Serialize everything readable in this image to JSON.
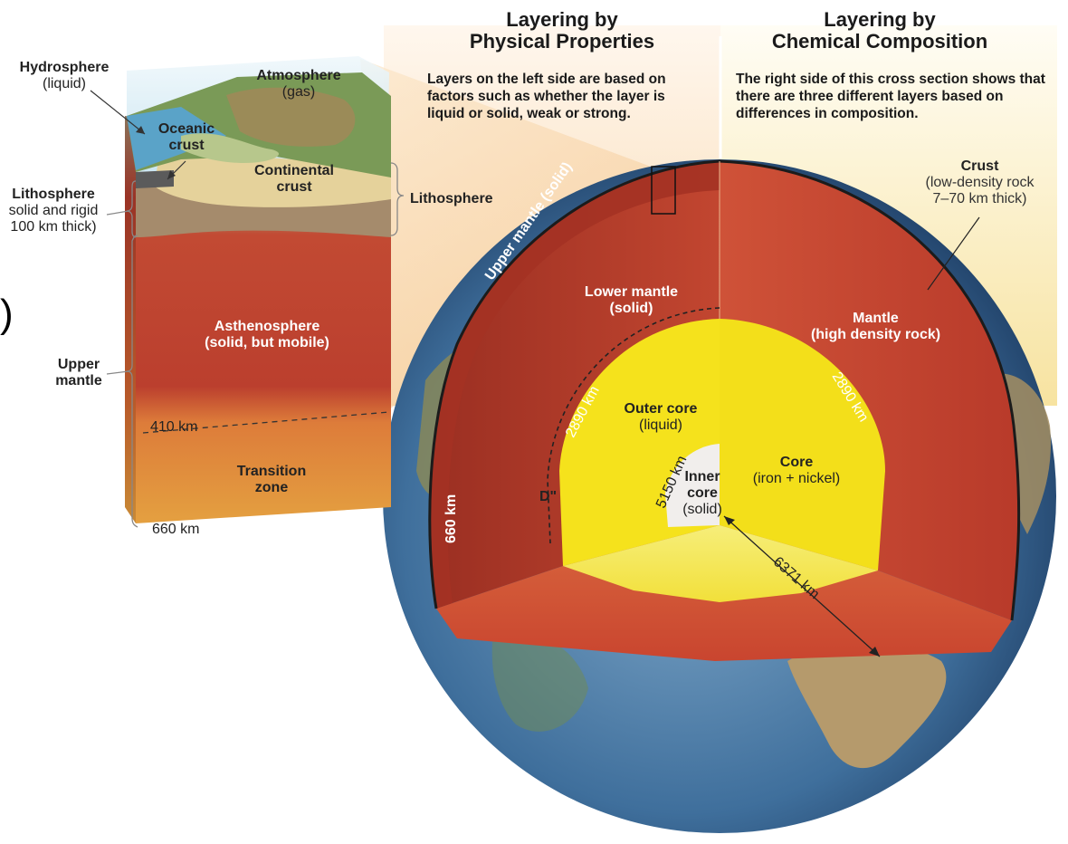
{
  "headers": {
    "physical_title_1": "Layering by",
    "physical_title_2": "Physical Properties",
    "physical_text": "Layers on the left side are based on factors such as whether the layer is liquid or solid, weak or strong.",
    "chemical_title_1": "Layering by",
    "chemical_title_2": "Chemical Composition",
    "chemical_text": "The right side of this cross section shows that there are three different layers based on differences in composition."
  },
  "block": {
    "hydrosphere": "Hydrosphere",
    "hydrosphere_state": "(liquid)",
    "atmosphere": "Atmosphere",
    "atmosphere_state": "(gas)",
    "oceanic_crust_1": "Oceanic",
    "oceanic_crust_2": "crust",
    "continental_crust_1": "Continental",
    "continental_crust_2": "crust",
    "lithosphere_left": "Lithosphere",
    "lithosphere_desc_1": "solid and rigid",
    "lithosphere_desc_2": "100 km thick)",
    "lithosphere_right": "Lithosphere",
    "asthenosphere": "Asthenosphere",
    "asthenosphere_state": "(solid, but mobile)",
    "upper_mantle_1": "Upper",
    "upper_mantle_2": "mantle",
    "depth_410": "410 km",
    "transition_1": "Transition",
    "transition_2": "zone",
    "depth_660": "660 km",
    "side_mark": ")"
  },
  "globe": {
    "upper_mantle_solid": "Upper mantle (solid)",
    "lower_mantle": "Lower mantle",
    "lower_mantle_state": "(solid)",
    "depth_2890_left": "2890 km",
    "outer_core": "Outer core",
    "outer_core_state": "(liquid)",
    "depth_5150": "5150 km",
    "d_double_prime": "D\"",
    "inner_core_1": "Inner",
    "inner_core_2": "core",
    "inner_core_state": "(solid)",
    "depth_660_vertical": "660 km",
    "crust": "Crust",
    "crust_desc_1": "(low-density rock",
    "crust_desc_2": "7–70 km thick)",
    "mantle": "Mantle",
    "mantle_desc": "(high density rock)",
    "depth_2890_right": "2890 km",
    "core": "Core",
    "core_desc": "(iron + nickel)",
    "depth_6371": "6371 km"
  },
  "colors": {
    "mantle_red": "#c0392b",
    "core_yellow": "#f5e21c",
    "panel_peach": "#fbe3c3",
    "panel_cream": "#faeab4"
  }
}
